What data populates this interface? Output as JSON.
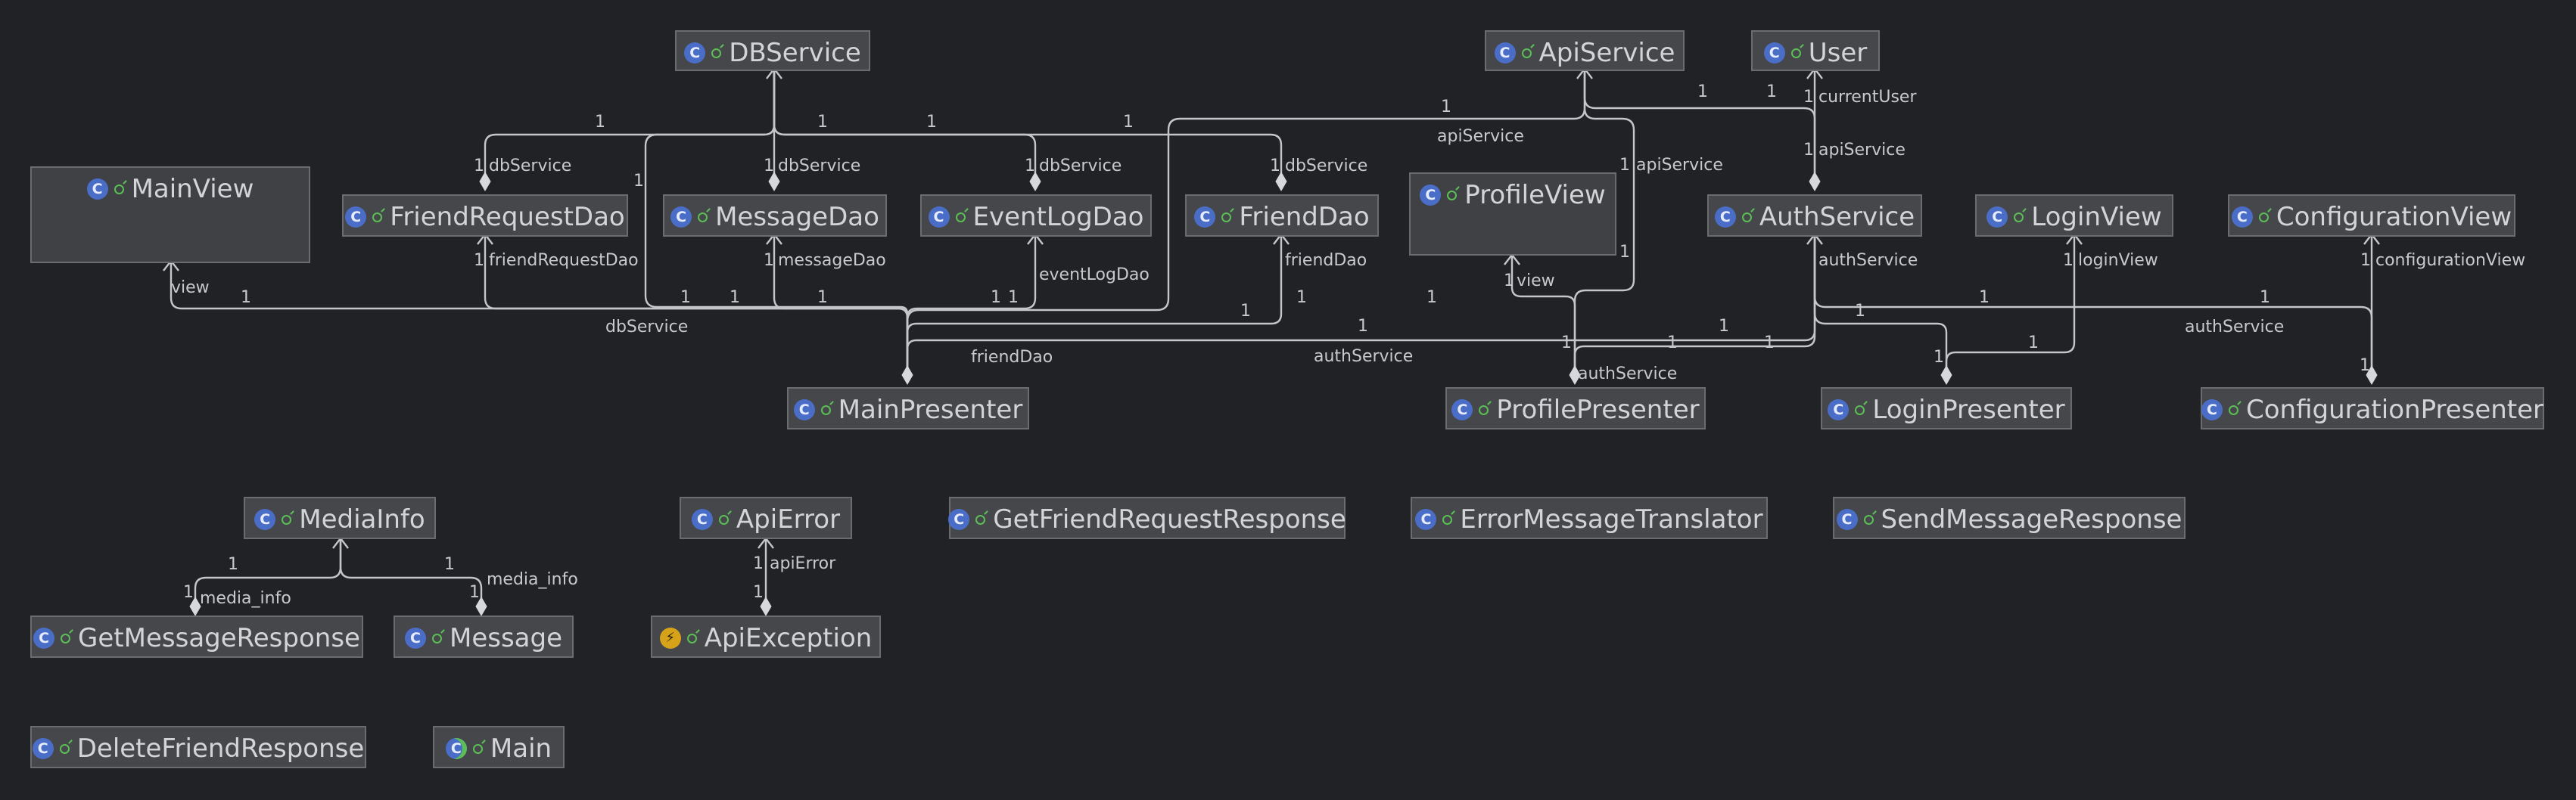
{
  "colors": {
    "background": "#212226",
    "node_fill": "#45474b",
    "node_border": "#6a6c70",
    "class_icon": "#4a6ec8",
    "exception_icon": "#d6a21a",
    "visibility": "#5bbf55",
    "edge": "#c5c6c9",
    "text": "#d3d4d7"
  },
  "icons": {
    "class": "class-c-icon",
    "exception": "exception-bolt-icon",
    "main_class": "main-class-icon",
    "public": "public-visibility-icon"
  },
  "classes": {
    "dbservice": "DBService",
    "apiservice": "ApiService",
    "user": "User",
    "mainview": "MainView",
    "friendrequestdao": "FriendRequestDao",
    "messagedao": "MessageDao",
    "eventlogdao": "EventLogDao",
    "frienddao": "FriendDao",
    "profileview": "ProfileView",
    "authservice": "AuthService",
    "loginview": "LoginView",
    "configurationview": "ConfigurationView",
    "mainpresenter": "MainPresenter",
    "profilepresenter": "ProfilePresenter",
    "loginpresenter": "LoginPresenter",
    "configurationpresenter": "ConfigurationPresenter",
    "mediainfo": "MediaInfo",
    "apierror": "ApiError",
    "getfriendrequestresponse": "GetFriendRequestResponse",
    "errormessagetranslator": "ErrorMessageTranslator",
    "sendmessageresponse": "SendMessageResponse",
    "getmessageresponse": "GetMessageResponse",
    "message": "Message",
    "apiexception": "ApiException",
    "deletefriendresponse": "DeleteFriendResponse",
    "main": "Main"
  },
  "labels": {
    "dbService": "dbService",
    "apiService": "apiService",
    "currentUser": "currentUser",
    "friendRequestDao": "friendRequestDao",
    "messageDao": "messageDao",
    "eventLogDao": "eventLogDao",
    "friendDao": "friendDao",
    "authService": "authService",
    "loginView": "loginView",
    "configurationView": "configurationView",
    "view": "view",
    "media_info": "media_info",
    "apiError": "apiError",
    "multiplicity": "1"
  }
}
